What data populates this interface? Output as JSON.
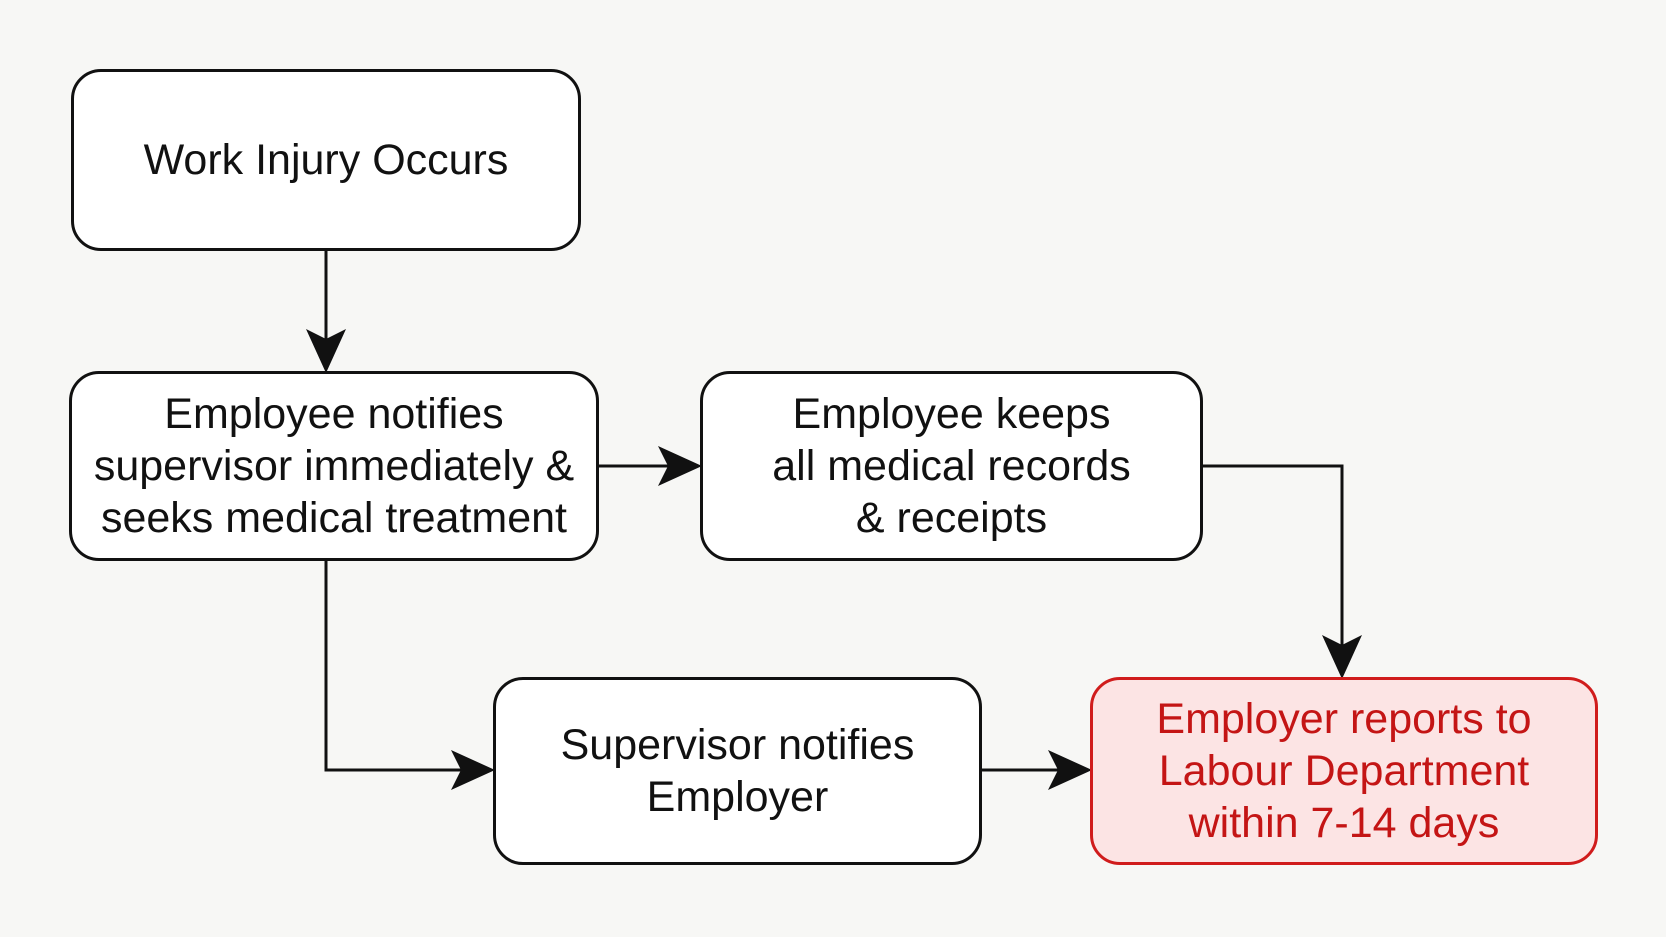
{
  "colors": {
    "background": "#f7f7f5",
    "node_fill": "#ffffff",
    "node_border": "#111111",
    "highlight_fill": "#fce4e4",
    "highlight_border": "#d01c1c",
    "highlight_text": "#c41515"
  },
  "nodes": {
    "injury": "Work Injury Occurs",
    "notify_supervisor": "Employee notifies\nsupervisor immediately &\nseeks medical treatment",
    "keep_records": "Employee keeps\nall medical records\n& receipts",
    "supervisor_notifies": "Supervisor notifies\nEmployer",
    "employer_reports": "Employer reports to\nLabour Department\nwithin 7-14 days"
  },
  "edges": [
    {
      "from": "injury",
      "to": "notify_supervisor"
    },
    {
      "from": "notify_supervisor",
      "to": "keep_records"
    },
    {
      "from": "notify_supervisor",
      "to": "supervisor_notifies"
    },
    {
      "from": "keep_records",
      "to": "employer_reports"
    },
    {
      "from": "supervisor_notifies",
      "to": "employer_reports"
    }
  ]
}
